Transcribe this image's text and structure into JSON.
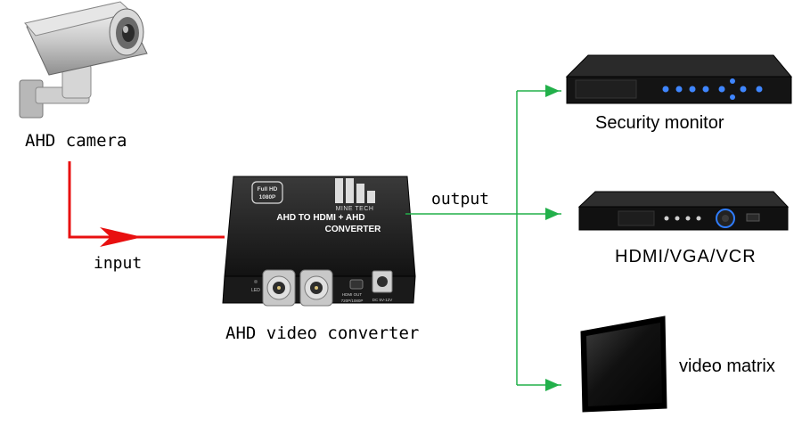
{
  "camera": {
    "label": "AHD camera"
  },
  "converter": {
    "label": "AHD video converter",
    "badge_line1": "Full HD",
    "badge_line2": "1080P",
    "brand": "MINE TECH",
    "title_line1": "AHD TO HDMI + AHD",
    "title_line2": "CONVERTER",
    "led_label": "LED",
    "port_label_1": "HDMI OUT",
    "port_label_2": "720P/1080P",
    "power_label": "DC 5V-12V"
  },
  "links": {
    "input_label": "input",
    "output_label": "output"
  },
  "outputs": [
    {
      "label": "Security monitor"
    },
    {
      "label": "HDMI/VGA/VCR"
    },
    {
      "label": "video matrix"
    }
  ],
  "colors": {
    "input_line": "#e81010",
    "output_line": "#22b04a",
    "device": "#1b1b1b"
  }
}
